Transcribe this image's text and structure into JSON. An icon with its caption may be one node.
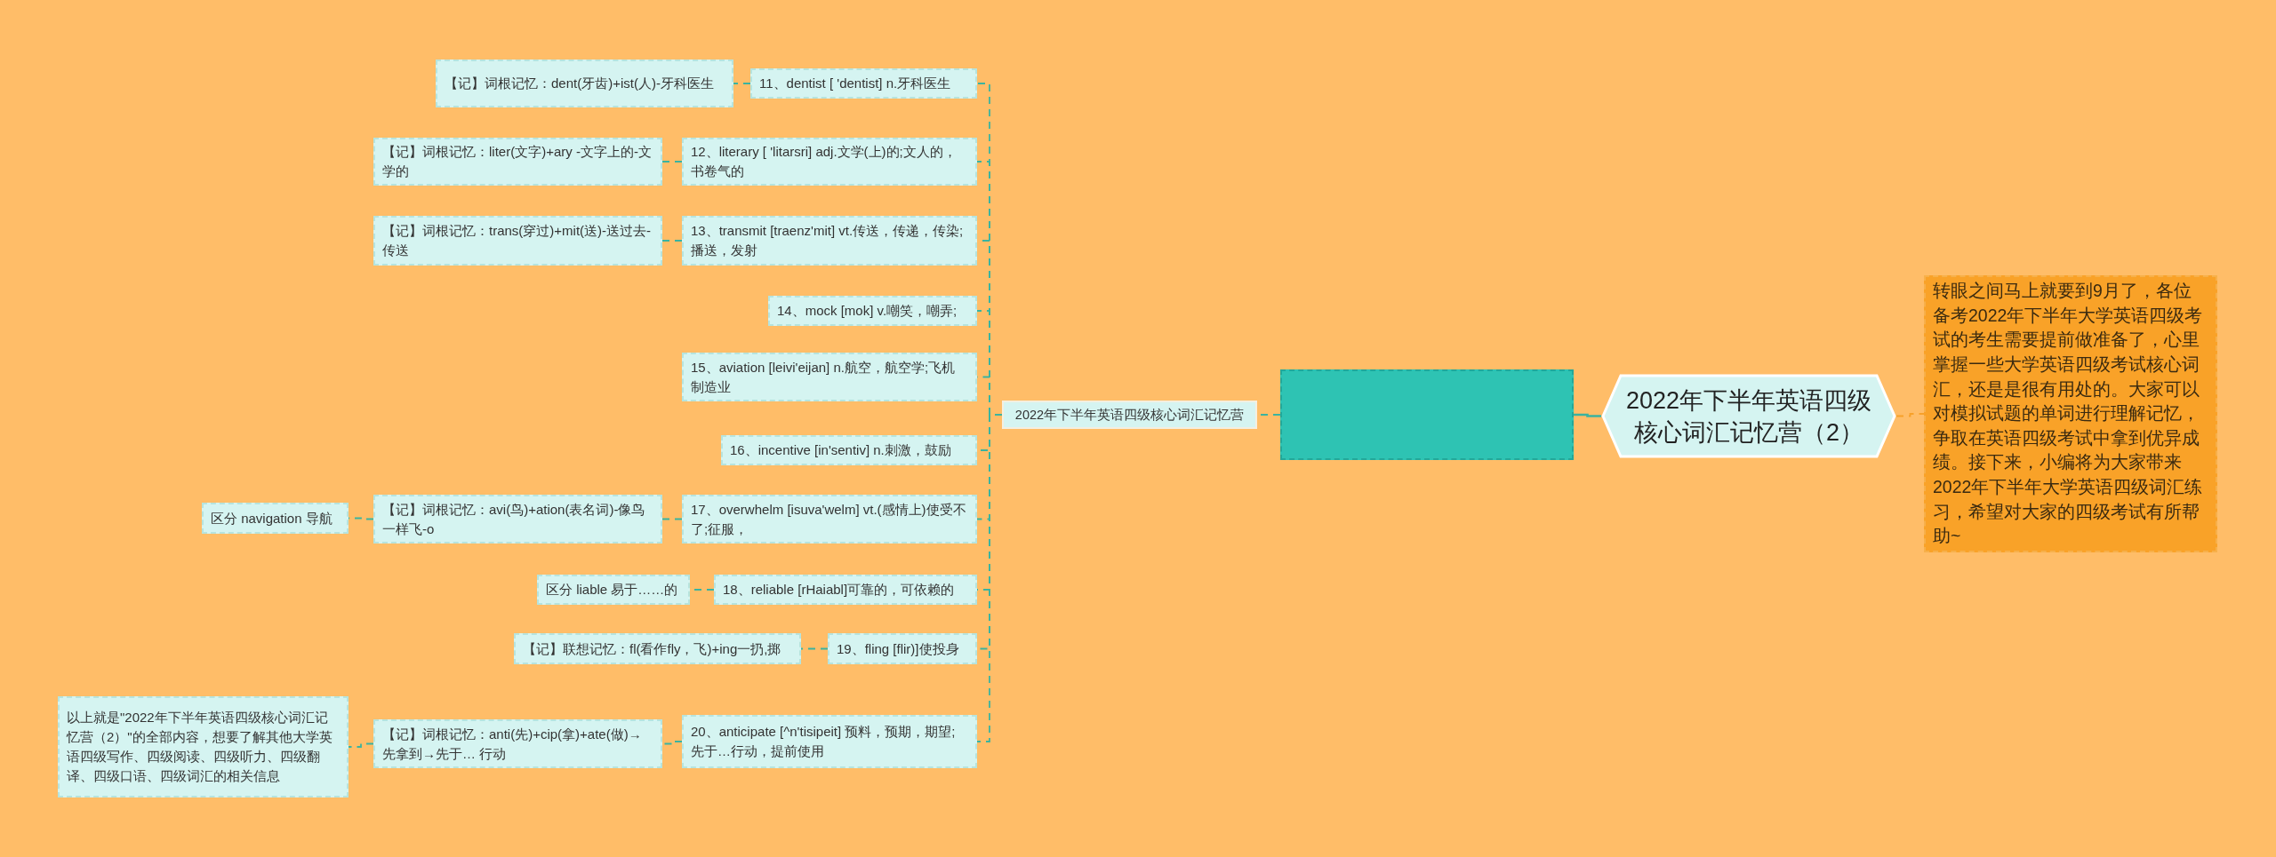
{
  "diagram": {
    "nodes": [
      {
        "text": [
          "2022年下半年英语四级核心词汇记忆营（2）"
        ]
      },
      {
        "text": [
          "转眼之间马上就要到9月了，各位备考2022年下半年大学英语四级考试的考生需要提前做准备了，心里掌握一些大学英语四级考试核心词汇，还是是很有用处的。大家可以对模拟试题的单词进行理解记忆，争取在英语四级考试中拿到优异成绩。接下来，小编将为大家带来2022年下半年大学英语四级词汇练习，希望对大家的四级考试有所帮助~"
        ]
      },
      {
        "text": [],
        "shape": "box"
      },
      {
        "text": [
          "2022年下半年英语四级核心词汇记忆营"
        ]
      },
      {
        "text": [
          "11、dentist [ 'dentist] n.牙科医生"
        ]
      },
      {
        "text": [
          "【记】词根记忆：dent(牙齿)+ist(人)-牙科医生"
        ]
      },
      {
        "text": [
          "12、literary [ 'litarsri] adj.文学(上)的;文人的，书卷气的"
        ]
      },
      {
        "text": [
          "【记】词根记忆：liter(文字)+ary -文字上的-文学的"
        ]
      },
      {
        "text": [
          "13、transmit [traenz'mit] vt.传送，传递，传染;播送，发射"
        ]
      },
      {
        "text": [
          "【记】词根记忆：trans(穿过)+mit(送)-送过去-传送"
        ]
      },
      {
        "text": [
          "14、mock [mok] v.嘲笑，嘲弄;"
        ]
      },
      {
        "text": [
          "15、aviation [leivi'eijan] n.航空，航空学;飞机制造业"
        ]
      },
      {
        "text": [
          "16、incentive [in'sentiv] n.刺激，鼓励"
        ]
      },
      {
        "text": [
          "17、overwhelm [isuva'welm] vt.(感情上)使受不了;征服，"
        ]
      },
      {
        "text": [
          "【记】词根记忆：avi(鸟)+ation(表名词)-像鸟一样飞-o"
        ]
      },
      {
        "text": [
          "区分 navigation 导航"
        ]
      },
      {
        "text": [
          "18、reliable [rHaiabl]可靠的，可依赖的"
        ]
      },
      {
        "text": [
          "区分 liable 易于……的"
        ]
      },
      {
        "text": [
          "19、fling [flir)]使投身"
        ]
      },
      {
        "text": [
          "【记】联想记忆：fl(看作fly，飞)+ing一扔,掷"
        ]
      },
      {
        "text": [
          "20、anticipate [^n'tisipeit] 预料，预期，期望;先于…行动，提前使用"
        ]
      },
      {
        "text": [
          "【记】词根记忆：anti(先)+cip(拿)+ate(做)→先拿到→先于… 行动"
        ]
      },
      {
        "text": [
          "以上就是\"2022年下半年英语四级核心词汇记忆营（2）\"的全部内容，想要了解其他大学英语四级写作、四级阅读、四级听力、四级翻译、四级口语、四级词汇的相关信息"
        ]
      }
    ],
    "edges": [
      {
        "from": 0,
        "to": 1,
        "arrow": "none",
        "style": "dashed",
        "color": "#f7a12a"
      },
      {
        "from": 0,
        "to": 2,
        "arrow": "none"
      },
      {
        "from": 2,
        "to": 3,
        "arrow": "none",
        "style": "dashed"
      },
      {
        "from": 3,
        "to": 4,
        "arrow": "none",
        "style": "dashed"
      },
      {
        "from": 4,
        "to": 5,
        "arrow": "none",
        "style": "dashed"
      },
      {
        "from": 3,
        "to": 6,
        "arrow": "none",
        "style": "dashed"
      },
      {
        "from": 6,
        "to": 7,
        "arrow": "none",
        "style": "dashed"
      },
      {
        "from": 3,
        "to": 8,
        "arrow": "none",
        "style": "dashed"
      },
      {
        "from": 8,
        "to": 9,
        "arrow": "none",
        "style": "dashed"
      },
      {
        "from": 3,
        "to": 10,
        "arrow": "none",
        "style": "dashed"
      },
      {
        "from": 3,
        "to": 11,
        "arrow": "none",
        "style": "dashed"
      },
      {
        "from": 3,
        "to": 12,
        "arrow": "none",
        "style": "dashed"
      },
      {
        "from": 3,
        "to": 13,
        "arrow": "none",
        "style": "dashed"
      },
      {
        "from": 13,
        "to": 14,
        "arrow": "none",
        "style": "dashed"
      },
      {
        "from": 14,
        "to": 15,
        "arrow": "none",
        "style": "dashed"
      },
      {
        "from": 3,
        "to": 16,
        "arrow": "none",
        "style": "dashed"
      },
      {
        "from": 16,
        "to": 17,
        "arrow": "none",
        "style": "dashed"
      },
      {
        "from": 3,
        "to": 18,
        "arrow": "none",
        "style": "dashed"
      },
      {
        "from": 18,
        "to": 19,
        "arrow": "none",
        "style": "dashed"
      },
      {
        "from": 3,
        "to": 20,
        "arrow": "none",
        "style": "dashed"
      },
      {
        "from": 20,
        "to": 21,
        "arrow": "none",
        "style": "dashed"
      },
      {
        "from": 21,
        "to": 22,
        "arrow": "none",
        "style": "dashed"
      }
    ]
  }
}
